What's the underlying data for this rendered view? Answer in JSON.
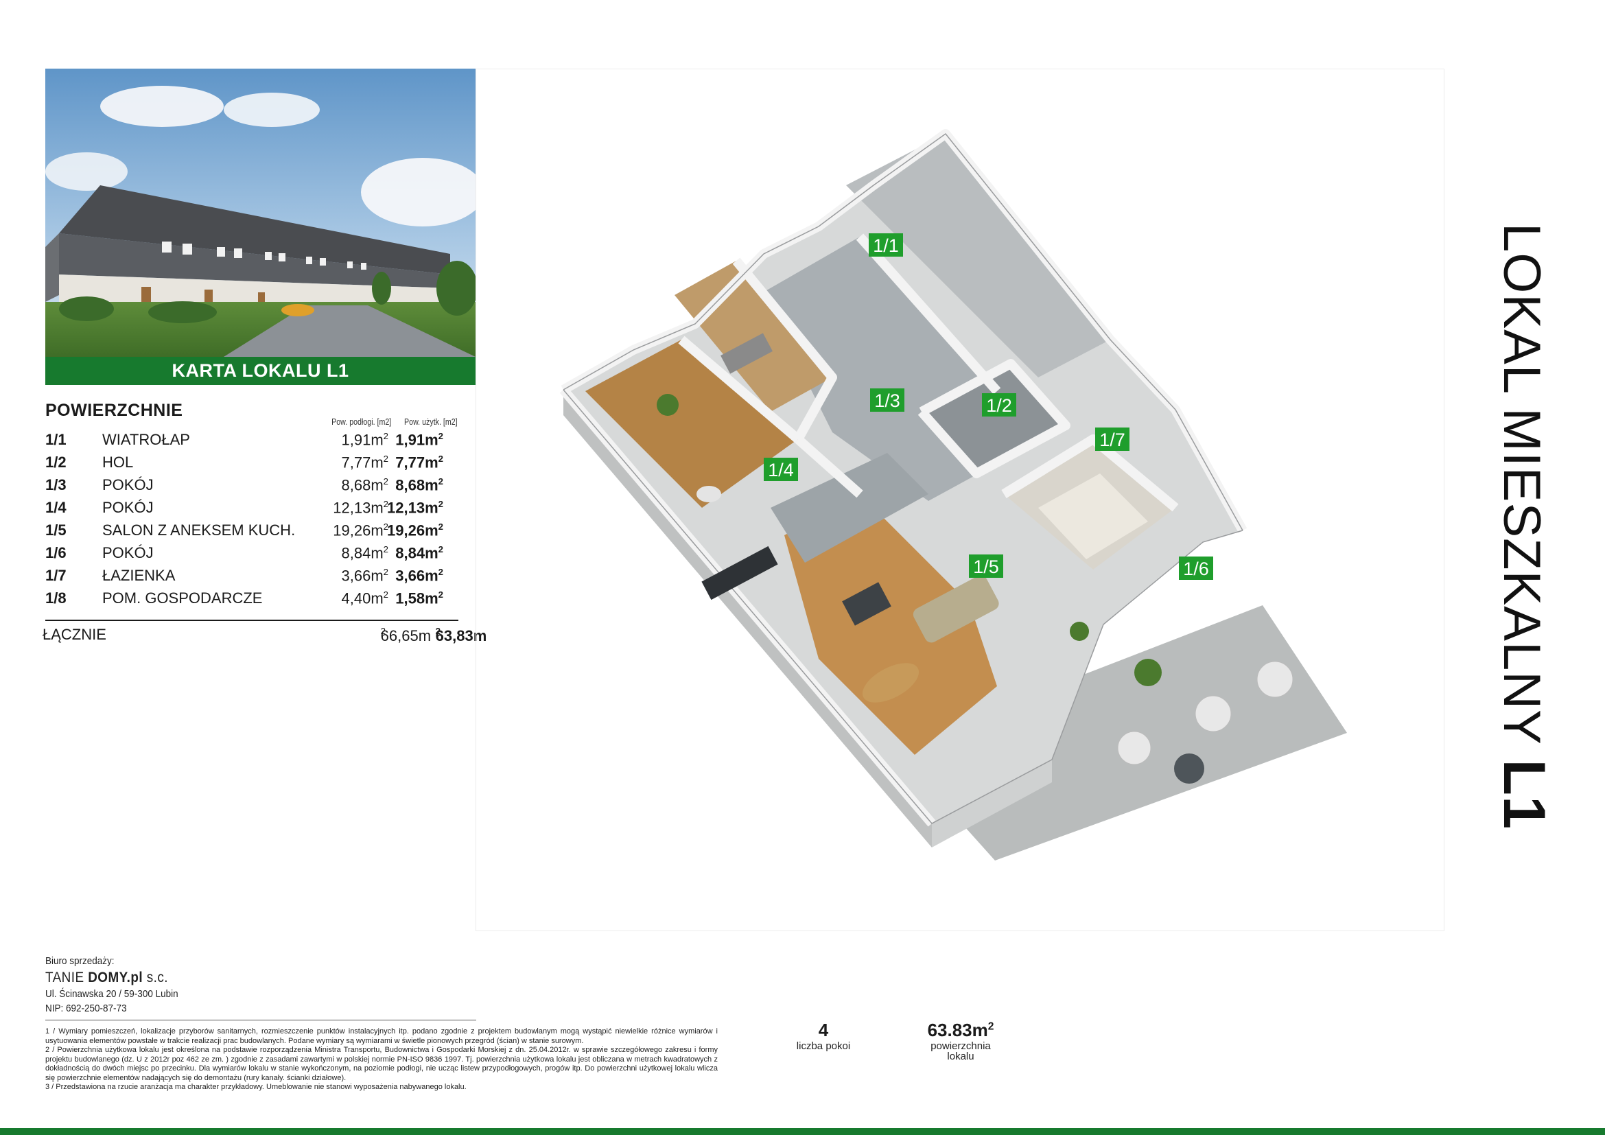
{
  "hero": {
    "band_title": "KARTA LOKALU L1"
  },
  "surfaces": {
    "title": "POWIERZCHNIE",
    "col_floor": "Pow. podłogi. [m2]",
    "col_usable": "Pow. użytk. [m2]",
    "rows": [
      {
        "code": "1/1",
        "name": "WIATROŁAP",
        "floor": "1,91m",
        "usable": "1,91m"
      },
      {
        "code": "1/2",
        "name": "HOL",
        "floor": "7,77m",
        "usable": "7,77m"
      },
      {
        "code": "1/3",
        "name": "POKÓJ",
        "floor": "8,68m",
        "usable": "8,68m"
      },
      {
        "code": "1/4",
        "name": "POKÓJ",
        "floor": "12,13m",
        "usable": "12,13m"
      },
      {
        "code": "1/5",
        "name": "SALON Z ANEKSEM KUCH.",
        "floor": "19,26m",
        "usable": "19,26m"
      },
      {
        "code": "1/6",
        "name": "POKÓJ",
        "floor": "8,84m",
        "usable": "8,84m"
      },
      {
        "code": "1/7",
        "name": "ŁAZIENKA",
        "floor": "3,66m",
        "usable": "3,66m"
      },
      {
        "code": "1/8",
        "name": "POM. GOSPODARCZE",
        "floor": "4,40m",
        "usable": "1,58m"
      }
    ],
    "total_label": "ŁĄCZNIE",
    "total_floor": "66,65m",
    "total_usable": "63,83m",
    "unit_sup": "2"
  },
  "plan": {
    "labels": [
      "1/1",
      "1/2",
      "1/3",
      "1/4",
      "1/5",
      "1/6",
      "1/7"
    ]
  },
  "title": {
    "text": "LOKAL MIESZKALNY ",
    "code": "L1"
  },
  "office": {
    "heading": "Biuro sprzedaży:",
    "brand_a": "TANIE ",
    "brand_b": "DOMY",
    "brand_c": ".pl",
    "brand_d": " s.c.",
    "address": "Ul. Ścinawska 20 / 59-300 Lubin",
    "nip": "NIP: 692-250-87-73"
  },
  "notes": [
    "1 / Wymiary pomieszczeń, lokalizacje przyborów sanitarnych, rozmieszczenie punktów instalacyjnych itp. podano zgodnie z projektem budowlanym mogą wystąpić niewielkie różnice wymiarów i usytuowania elementów powstałe w trakcie realizacji prac budowlanych. Podane wymiary są wymiarami w świetle pionowych przegród (ścian) w stanie surowym.",
    "2 / Powierzchnia użytkowa lokalu jest określona na podstawie rozporządzenia Ministra Transportu, Budownictwa i Gospodarki Morskiej z dn. 25.04.2012r. w sprawie szczegółowego zakresu i formy projektu budowlanego (dz. U z 2012r poz 462 ze zm. ) zgodnie z zasadami zawartymi w polskiej normie PN-ISO 9836 1997. Tj. powierzchnia użytkowa lokalu jest obliczana w metrach kwadratowych z dokładnością do dwóch miejsc po przecinku. Dla wymiarów lokalu w stanie wykończonym, na poziomie podłogi, nie ucząc listew przypodłogowych, progów itp. Do powierzchni użytkowej lokalu wlicza się powierzchnie elementów nadających się do demontażu (rury kanały. ścianki działowe).",
    "3 / Przedstawiona na rzucie aranżacja ma charakter przykładowy. Umeblowanie nie stanowi wyposażenia nabywanego lokalu."
  ],
  "summary": {
    "rooms_value": "4",
    "rooms_label": "liczba pokoi",
    "area_value": "63.83m",
    "area_sup": "2",
    "area_label_1": "powierzchnia",
    "area_label_2": "lokalu"
  },
  "colors": {
    "brand_green": "#177a2e",
    "label_green": "#1f9e2c"
  }
}
